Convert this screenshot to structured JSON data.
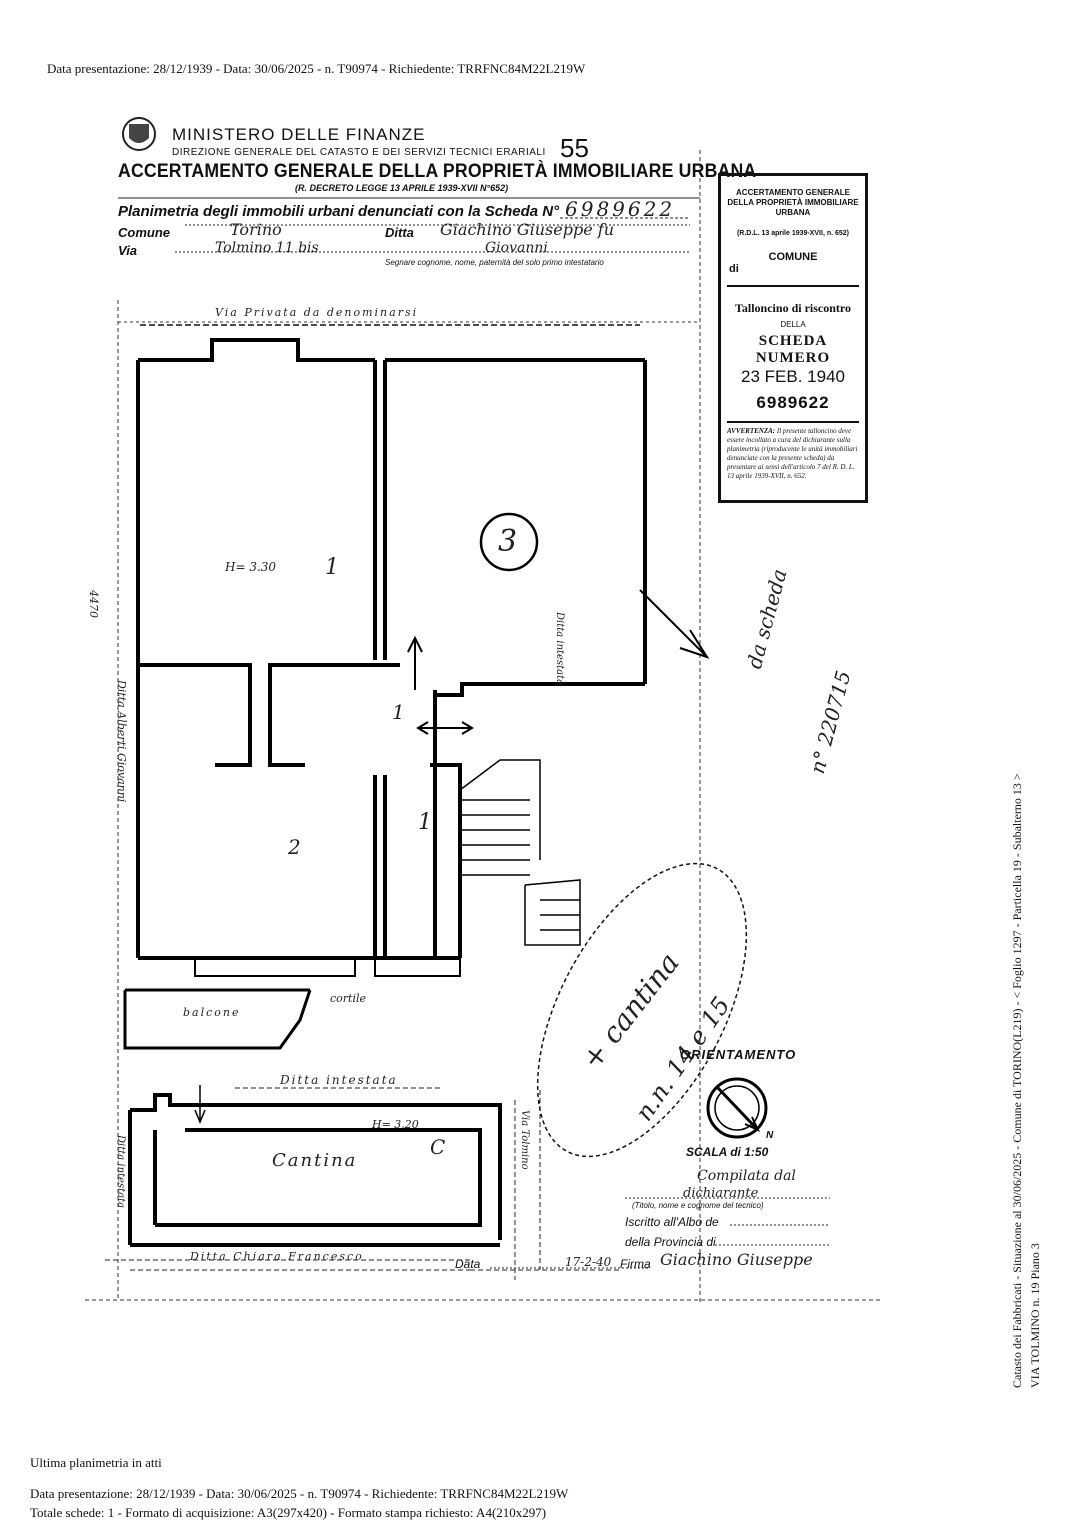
{
  "header": {
    "top_line": "Data presentazione: 28/12/1939 - Data: 30/06/2025 - n. T90974 - Richiedente: TRRFNC84M22L219W"
  },
  "form": {
    "ministry": "MINISTERO DELLE FINANZE",
    "direction": "DIREZIONE GENERALE DEL CATASTO E DEI SERVIZI TECNICI ERARIALI",
    "page_mark": "55",
    "title": "ACCERTAMENTO GENERALE DELLA PROPRIETÀ IMMOBILIARE URBANA",
    "decree": "(R. DECRETO LEGGE 13 APRILE 1939-XVII N°652)",
    "planimetria_label": "Planimetria degli immobili urbani denunciati con la Scheda N°",
    "scheda_number": "6989622",
    "comune_label": "Comune",
    "comune_value": "Torino",
    "ditta_label": "Ditta",
    "ditta_value": "Giachino Giuseppe fu",
    "via_label": "Via",
    "via_value": "Tolmino 11 bis",
    "father_value": "Giovanni",
    "owner_note": "Segnare cognome, nome, paternità del solo primo intestatario"
  },
  "counterfoil": {
    "heading": "ACCERTAMENTO GENERALE DELLA PROPRIETÀ IMMOBILIARE URBANA",
    "law": "(R.D.L. 13 aprile 1939-XVII, n. 652)",
    "comune_label": "COMUNE",
    "di_label": "di",
    "tagline": "Talloncino di riscontro",
    "della": "DELLA",
    "scheda_label": "SCHEDA NUMERO",
    "stamp_date": "23 FEB. 1940",
    "number": "6989622",
    "warning_title": "AVVERTENZA:",
    "warning_text": "Il presente talloncino deve essere incollato a cura del dichiarante sulla planimetria (riproducente le unità immobiliari denunciate con la presente scheda) da presentare ai sensi dell'articolo 7 del R. D. L. 13 aprile 1939-XVII, n. 652."
  },
  "plan": {
    "street_top": "Via Privata da denominarsi",
    "room_1_height": "H= 3.30",
    "room_1": "1",
    "room_3": "3",
    "room_2": "2",
    "hall_1": "1",
    "stair_1": "1",
    "ditta_left": "Ditta Alberti Giovanni",
    "ditta_right": "Ditta intestata",
    "balcone": "balcone",
    "cortile": "cortile",
    "ditta_intestata": "Ditta intestata",
    "cantina_height": "H= 3,20",
    "cantina": "Cantina",
    "cantina_mark": "C",
    "via_tolmino": "Via Tolmino",
    "ditta_intestata_left": "Ditta intestata",
    "ditta_chiara": "Ditta Chiara Francesco",
    "annotation_scheda": "da scheda",
    "annotation_num": "n° 220715",
    "annotation_cantine": "+ cantina",
    "annotation_cantine2": "n.n. 14 e 15",
    "left_margin_number": "4470"
  },
  "legend": {
    "orientamento": "ORIENTAMENTO",
    "north": "N",
    "scala": "SCALA di 1:50",
    "compilata": "Compilata dal",
    "compiler": "dichiarante",
    "compiler_note": "(Titolo, nome e cognome del tecnico)",
    "iscritto": "Iscritto all'Albo de",
    "provincia": "della Provincia di",
    "data_label": "Data",
    "data_value": "17-2-40",
    "firma_label": "Firma",
    "firma_value": "Giachino Giuseppe"
  },
  "side_text": {
    "line1": "Catasto dei Fabbricati - Situazione al 30/06/2025 - Comune di TORINO(L219) - < Foglio 1297 - Particella 19 - Subalterno 13 >",
    "line2": "VIA TOLMINO n. 19 Piano 3"
  },
  "footer": {
    "ultima": "Ultima planimetria in atti",
    "line1": "Data presentazione: 28/12/1939 - Data: 30/06/2025 - n. T90974 - Richiedente: TRRFNC84M22L219W",
    "line2": "Totale schede: 1 - Formato di acquisizione: A3(297x420)  - Formato stampa richiesto: A4(210x297)"
  }
}
